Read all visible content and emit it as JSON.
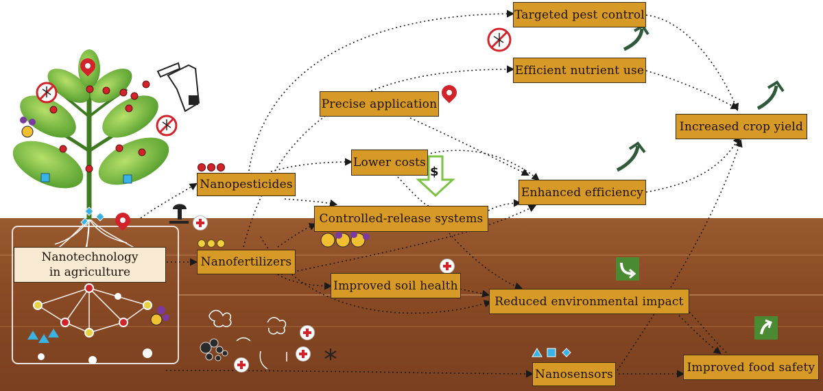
{
  "diagram": {
    "root": {
      "line1": "Nanotechnology",
      "line2": "in agriculture"
    },
    "nodes": {
      "nanopesticides": "Nanopesticides",
      "nanofertilizers": "Nanofertilizers",
      "lower_costs": "Lower costs",
      "controlled_release": "Controlled-release systems",
      "precise_application": "Precise application",
      "improved_soil_health": "Improved soil health",
      "reduced_env_impact": "Reduced environmental impact",
      "nanosensors": "Nanosensors",
      "targeted_pest_control": "Targeted pest control",
      "efficient_nutrient_use": "Efficient nutrient use",
      "enhanced_efficiency": "Enhanced efficiency",
      "increased_crop_yield": "Increased crop yield",
      "improved_food_safety": "Improved food safety"
    },
    "cost_symbol": "$",
    "colors": {
      "node_fill": "#d89a26",
      "root_fill": "#f8ead2",
      "soil": "#8c4a24",
      "leaf": "#7cc242",
      "marker_red": "#d2232a",
      "up_arrow": "#2f5a3a",
      "green_down_arrow": "#7cc242"
    },
    "icons": [
      "plant-icon",
      "mosquito-ban-icon",
      "spray-bottle-icon",
      "location-pin-icon",
      "mushroom-icon",
      "red-cross-icon",
      "dollar-icon",
      "down-arrow-icon",
      "curved-up-arrow-icon",
      "microorganism-icon",
      "sensor-shapes-icon"
    ]
  }
}
